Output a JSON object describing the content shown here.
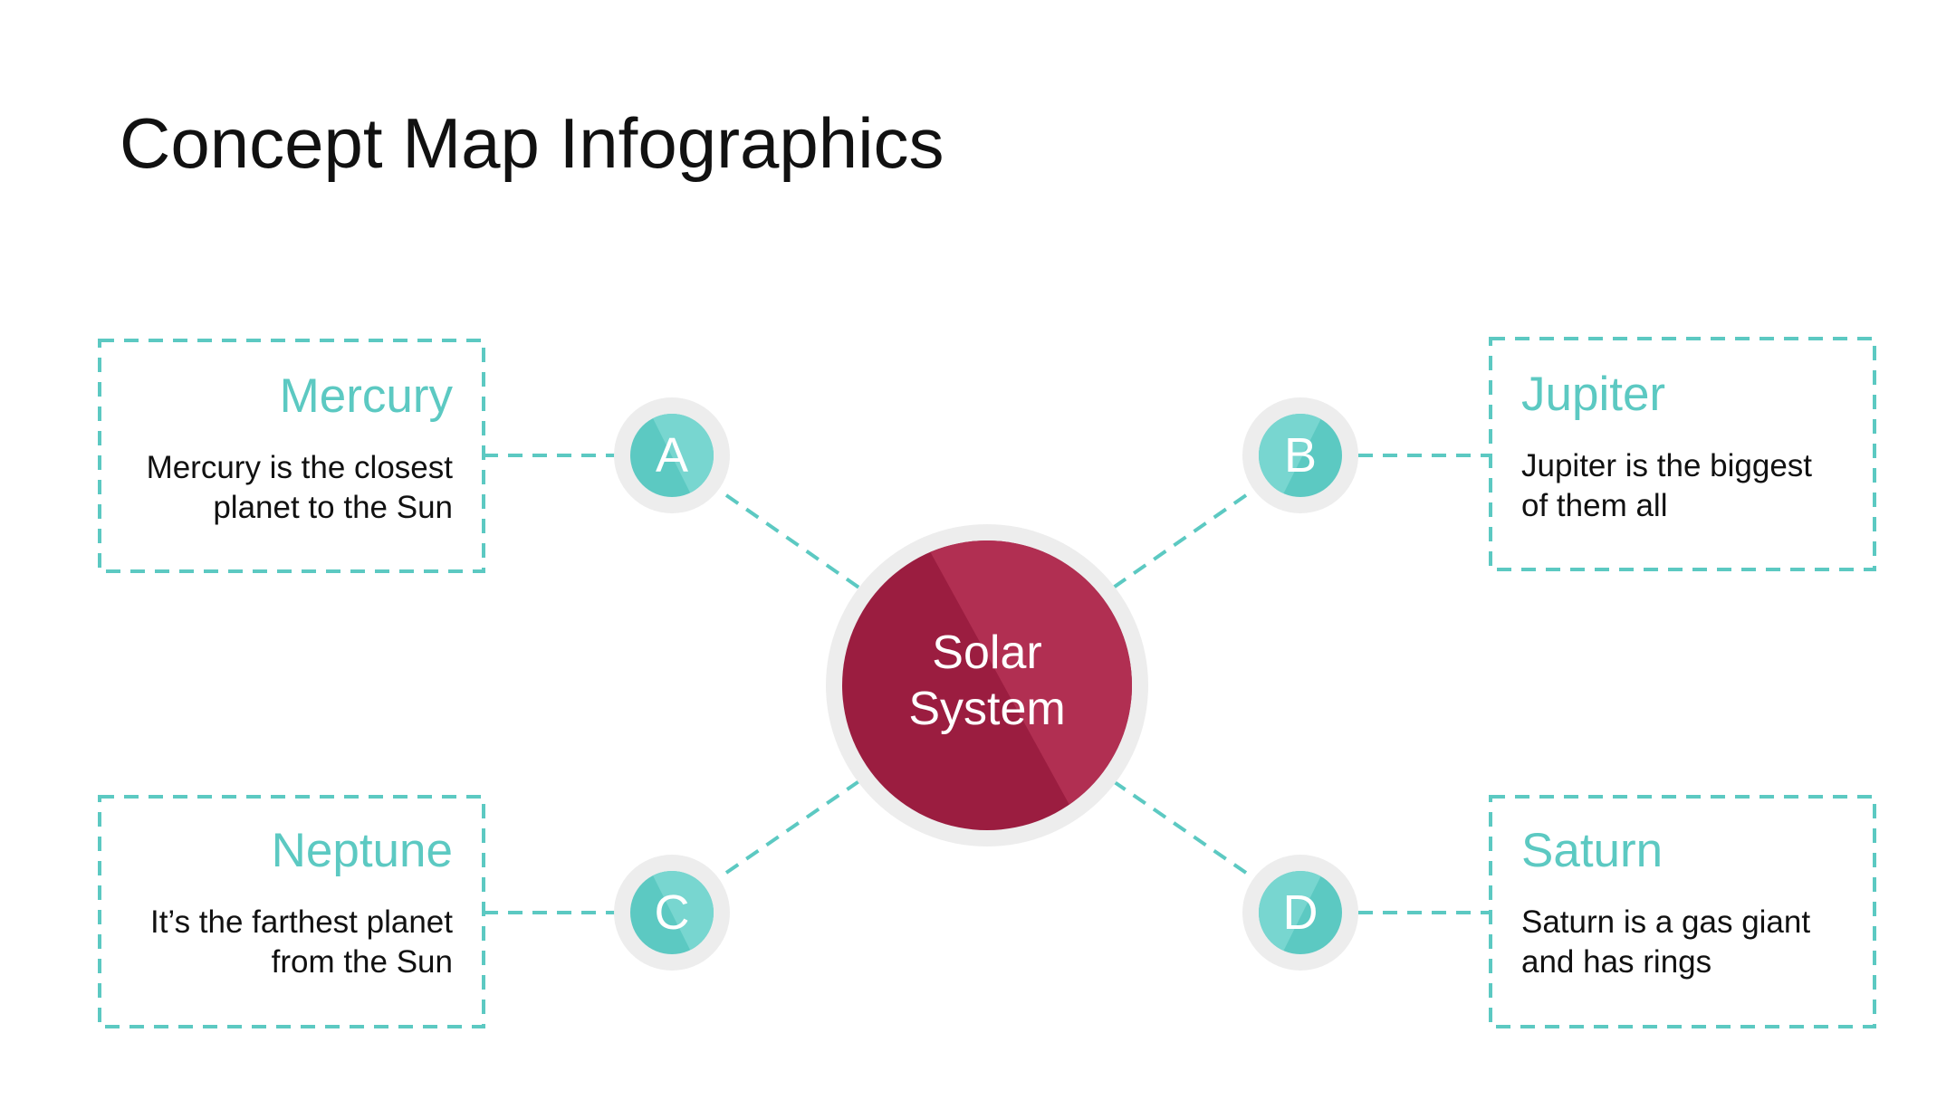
{
  "title": "Concept Map Infographics",
  "center": {
    "line1": "Solar",
    "line2": "System"
  },
  "nodes": [
    {
      "letter": "A",
      "title": "Mercury",
      "desc_line1": "Mercury is the closest",
      "desc_line2": "planet to the Sun"
    },
    {
      "letter": "B",
      "title": "Jupiter",
      "desc_line1": "Jupiter is the biggest",
      "desc_line2": "of them all"
    },
    {
      "letter": "C",
      "title": "Neptune",
      "desc_line1": "It’s the farthest planet",
      "desc_line2": "from the Sun"
    },
    {
      "letter": "D",
      "title": "Saturn",
      "desc_line1": "Saturn is a gas giant",
      "desc_line2": "and has rings"
    }
  ],
  "colors": {
    "accent": "#5cc9c2",
    "accent_dark": "#3fb8b0",
    "center_dark": "#9b1d40",
    "center_light": "#b12f52",
    "halo": "#ededed",
    "text": "#111111"
  }
}
